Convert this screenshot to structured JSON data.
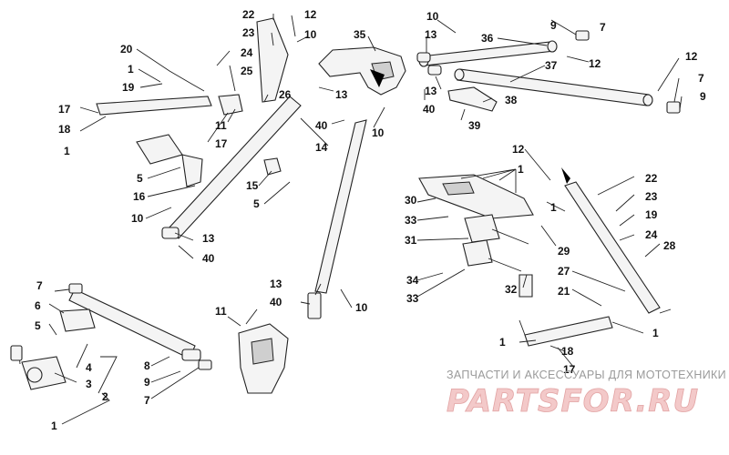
{
  "callouts": [
    "1",
    "2",
    "3",
    "4",
    "5",
    "6",
    "7",
    "8",
    "9",
    "10",
    "11",
    "12",
    "13",
    "14",
    "15",
    "16",
    "17",
    "18",
    "19",
    "20",
    "21",
    "22",
    "23",
    "24",
    "25",
    "26",
    "27",
    "28",
    "29",
    "30",
    "31",
    "32",
    "33",
    "34",
    "35",
    "36",
    "37",
    "38",
    "39",
    "40"
  ],
  "watermark": {
    "subtitle": "ЗАПЧАСТИ И АКСЕССУАРЫ ДЛЯ МОТОТЕХНИКИ",
    "brand": "PARTSFOR.RU"
  }
}
